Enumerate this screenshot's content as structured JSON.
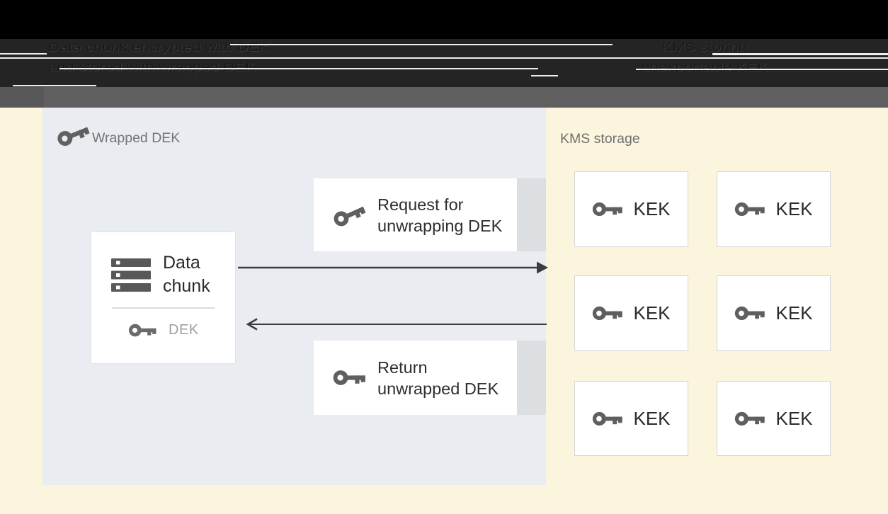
{
  "header": {
    "left_label": {
      "line1": "Data chunk encrypted with DEK",
      "line2": "and stored with wrapped DEK"
    },
    "right_label": {
      "line1": "KMS storing",
      "line2": "unexportable KEK"
    }
  },
  "wrapped_dek_panel": {
    "title": "Wrapped DEK",
    "data_chunk_box": {
      "line1": "Data",
      "line2": "chunk",
      "key_label": "DEK"
    },
    "request_box": {
      "line1": "Request for",
      "line2": "unwrapping DEK"
    },
    "return_box": {
      "line1": "Return",
      "line2": "unwrapped DEK"
    }
  },
  "kms_storage": {
    "title": "KMS storage",
    "kek_labels": [
      "KEK",
      "KEK",
      "KEK",
      "KEK",
      "KEK",
      "KEK"
    ]
  },
  "icons": {
    "wrapped_key": "tilted-key-icon",
    "key": "key-icon",
    "data_chunk": "storage-stack-icon",
    "request_arrow": "arrow-right-solid",
    "return_arrow": "arrow-left-chevron"
  },
  "colors": {
    "background": "#FBF5DD",
    "panel": "#E9ECF0",
    "band_black": "#000000",
    "band_charcoal": "#242424",
    "band_gray": "#5F5F5F",
    "box_white": "#FFFFFF",
    "shadow_strip": "#DCDFE2",
    "arrow": "#3C3C3C",
    "icon_gray": "#606060",
    "text_dark": "#2E2E2E",
    "text_gray": "#757575",
    "dek_gray": "#9E9E9E",
    "kms_label": "#6F6F6F",
    "header_text": "#191919"
  }
}
